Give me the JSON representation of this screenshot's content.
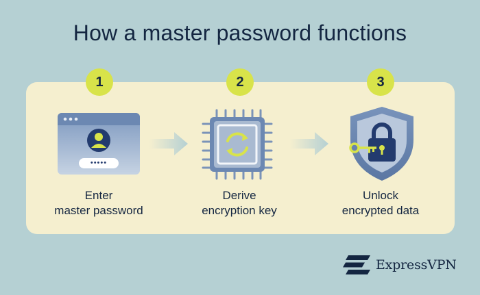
{
  "title": "How a master password functions",
  "steps": [
    {
      "number": "1",
      "line1": "Enter",
      "line2": "master password"
    },
    {
      "number": "2",
      "line1": "Derive",
      "line2": "encryption key"
    },
    {
      "number": "3",
      "line1": "Unlock",
      "line2": "encrypted data"
    }
  ],
  "password_dots": "•••••",
  "brand": "ExpressVPN",
  "colors": {
    "background": "#b5d0d3",
    "panel": "#f5efcf",
    "badge": "#d8e34a",
    "navy": "#142641",
    "slate": "#5f7ea9"
  }
}
